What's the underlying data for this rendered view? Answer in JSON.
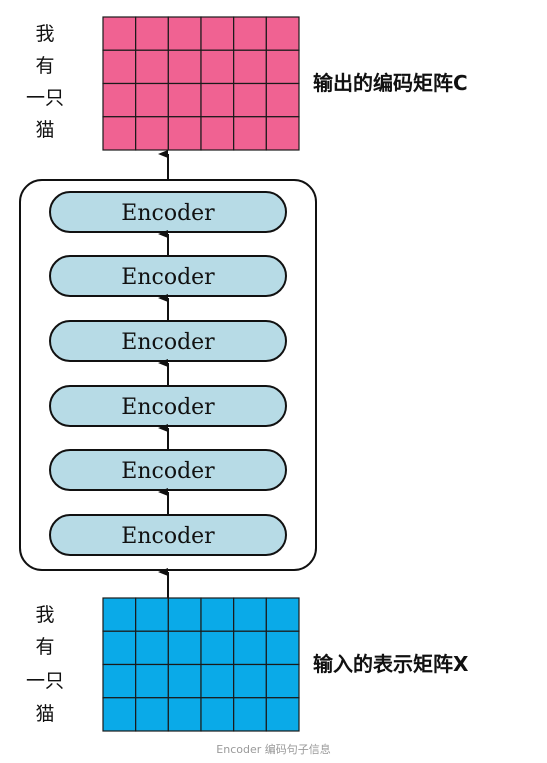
{
  "top_words": [
    "我",
    "有",
    "一只",
    "猫"
  ],
  "bottom_words": [
    "我",
    "有",
    "一只",
    "猫"
  ],
  "output_label": "输出的编码矩阵C",
  "input_label": "输入的表示矩阵X",
  "encoder_label": "Encoder",
  "encoder_count": 6,
  "matrix_grid": {
    "rows": 4,
    "cols": 6
  },
  "colors": {
    "output_matrix": "#f06292",
    "input_matrix": "#0aaae8",
    "encoder_fill": "#b7dbe6",
    "line": "#111111"
  },
  "caption": "Encoder 编码句子信息"
}
